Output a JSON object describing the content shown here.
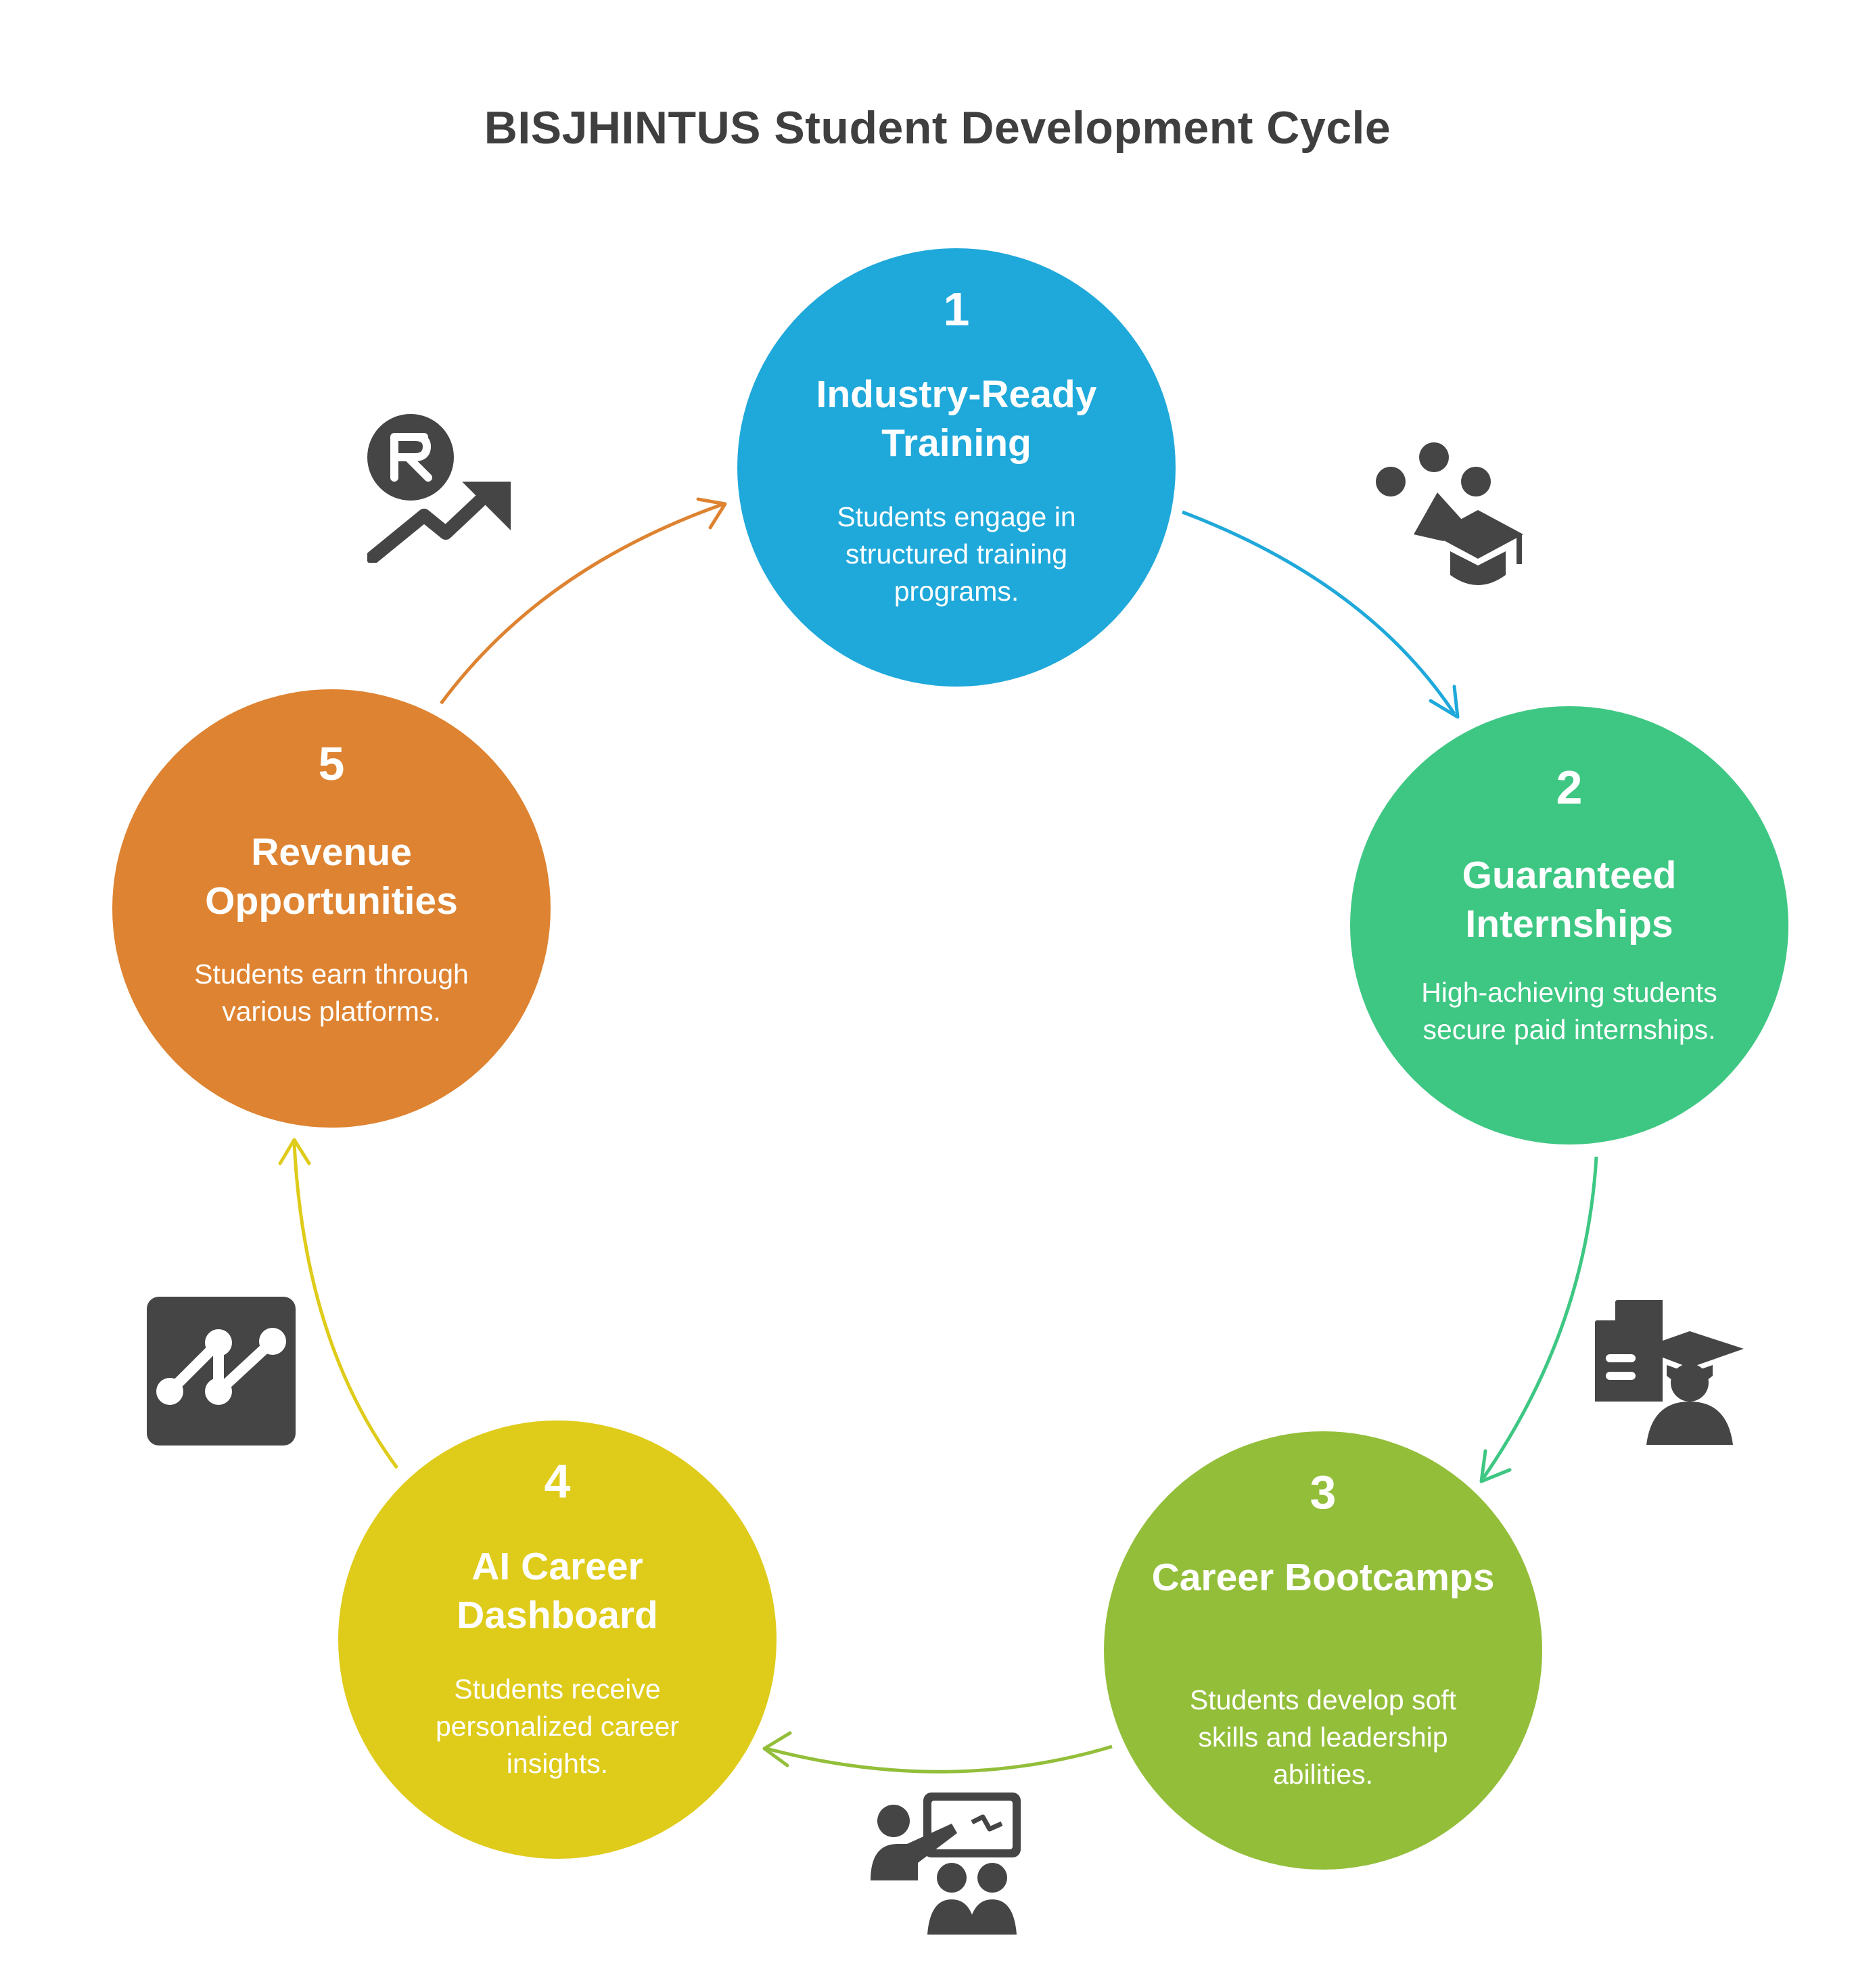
{
  "title": "BISJHINTUS Student Development Cycle",
  "stages": [
    {
      "number": "1",
      "name": "Industry-Ready Training",
      "description": "Students engage in structured training programs.",
      "color": "#1fa8da",
      "icon": "paw-graduation-cap-icon"
    },
    {
      "number": "2",
      "name": "Guaranteed Internships",
      "description": "High-achieving students secure paid internships.",
      "color": "#3ec783",
      "icon": "document-graduate-icon"
    },
    {
      "number": "3",
      "name": "Career Bootcamps",
      "description": "Students develop soft skills and leadership abilities.",
      "color": "#93be3a",
      "icon": "presentation-audience-icon"
    },
    {
      "number": "4",
      "name": "AI Career Dashboard",
      "description": "Students receive personalized career insights.",
      "color": "#dfcb1a",
      "icon": "line-graph-dashboard-icon"
    },
    {
      "number": "5",
      "name": "Revenue Opportunities",
      "description": "Students earn through various platforms.",
      "color": "#de8331",
      "icon": "rupee-growth-arrow-icon"
    }
  ],
  "icon_color": "#454545"
}
